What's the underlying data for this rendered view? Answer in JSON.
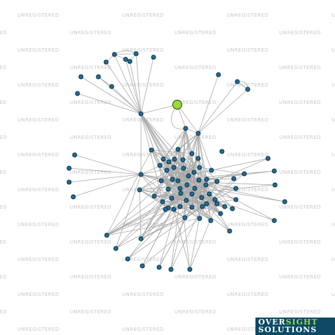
{
  "watermark": {
    "text": "UNREGISTERED"
  },
  "logo": {
    "line1_a": "OVER",
    "line1_b": "SIGHT",
    "line2": "SOLUTIONS"
  },
  "colors": {
    "node": "#1f6f96",
    "focus_node": "#9fd83c",
    "edge": "#a9a9a9",
    "logo_bg": "#0c4a66"
  },
  "network": {
    "focus_entity": "green-highlighted node",
    "node_count": 92
  }
}
